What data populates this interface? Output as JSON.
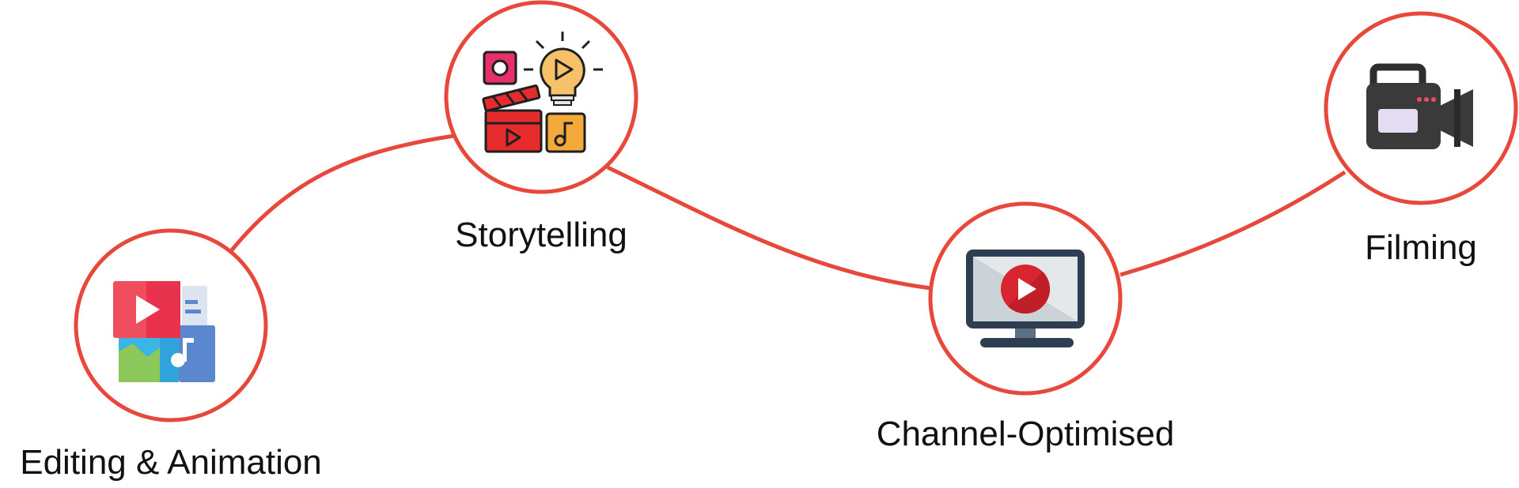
{
  "colors": {
    "accent": "#E8473B",
    "text": "#111111",
    "background": "#ffffff"
  },
  "nodes": [
    {
      "id": "editing",
      "label": "Editing & Animation",
      "icon": "video-media-files-icon"
    },
    {
      "id": "storytelling",
      "label": "Storytelling",
      "icon": "idea-bulb-clapperboard-icon"
    },
    {
      "id": "channel",
      "label": "Channel-Optimised",
      "icon": "monitor-play-icon"
    },
    {
      "id": "filming",
      "label": "Filming",
      "icon": "video-camera-icon"
    }
  ]
}
